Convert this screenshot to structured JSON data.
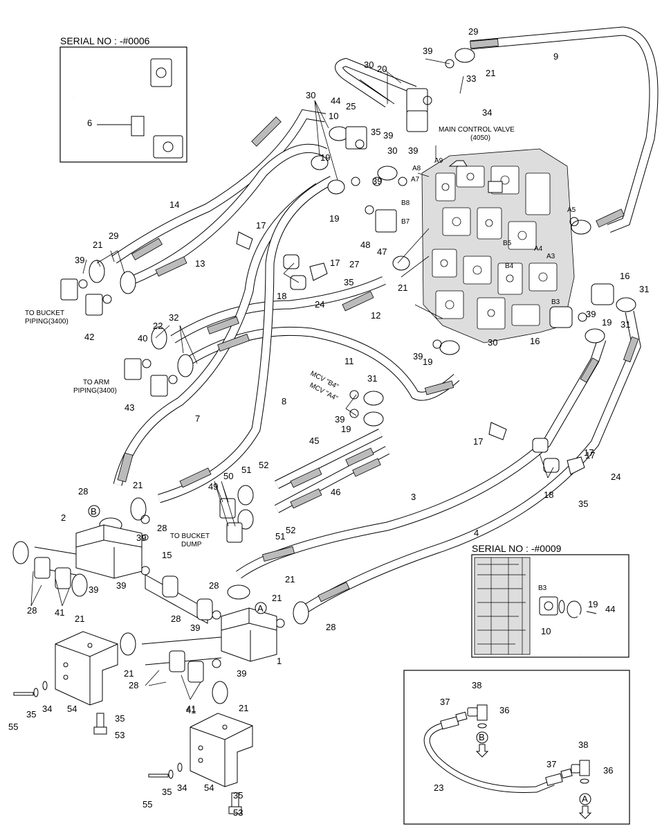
{
  "insets": {
    "serial_top": "SERIAL NO : -#0006",
    "serial_bottom": "SERIAL NO : -#0009"
  },
  "notes": {
    "mcv_title": "MAIN CONTROL VALVE",
    "mcv_code": "(4050)",
    "to_bucket_piping_1": "TO BUCKET",
    "to_bucket_piping_2": "PIPING(3400)",
    "to_arm_piping_1": "TO ARM",
    "to_arm_piping_2": "PIPING(3400)",
    "to_bucket_dump_1": "TO BUCKET",
    "to_bucket_dump_2": "DUMP",
    "mcv_b4": "MCV \"B4\"",
    "mcv_a4": "MCV \"A4\""
  },
  "ports": [
    "A9",
    "A8",
    "A7",
    "B8",
    "B7",
    "A5",
    "A4",
    "A3",
    "B5",
    "B4",
    "B3",
    "B3"
  ],
  "circle_markers": [
    "B",
    "A",
    "B",
    "A"
  ],
  "part_numbers": [
    "6",
    "29",
    "9",
    "30",
    "20",
    "39",
    "21",
    "33",
    "34",
    "30",
    "44",
    "25",
    "10",
    "35",
    "39",
    "19",
    "30",
    "39",
    "39",
    "19",
    "48",
    "47",
    "17",
    "14",
    "29",
    "21",
    "39",
    "13",
    "17",
    "27",
    "21",
    "35",
    "18",
    "24",
    "12",
    "16",
    "31",
    "39",
    "19",
    "31",
    "16",
    "39",
    "19",
    "30",
    "32",
    "22",
    "40",
    "11",
    "42",
    "43",
    "31",
    "39",
    "19",
    "45",
    "8",
    "7",
    "17",
    "17",
    "24",
    "18",
    "35",
    "50",
    "52",
    "51",
    "49",
    "46",
    "3",
    "4",
    "28",
    "21",
    "2",
    "39",
    "28",
    "52",
    "51",
    "15",
    "21",
    "28",
    "41",
    "39",
    "21",
    "28",
    "39",
    "28",
    "21",
    "39",
    "28",
    "1",
    "21",
    "39",
    "28",
    "41",
    "21",
    "54",
    "55",
    "35",
    "34",
    "35",
    "53",
    "54",
    "55",
    "35",
    "34",
    "35",
    "53",
    "38",
    "37",
    "36",
    "23",
    "38",
    "37",
    "36",
    "10",
    "19",
    "44",
    "17",
    "41"
  ]
}
